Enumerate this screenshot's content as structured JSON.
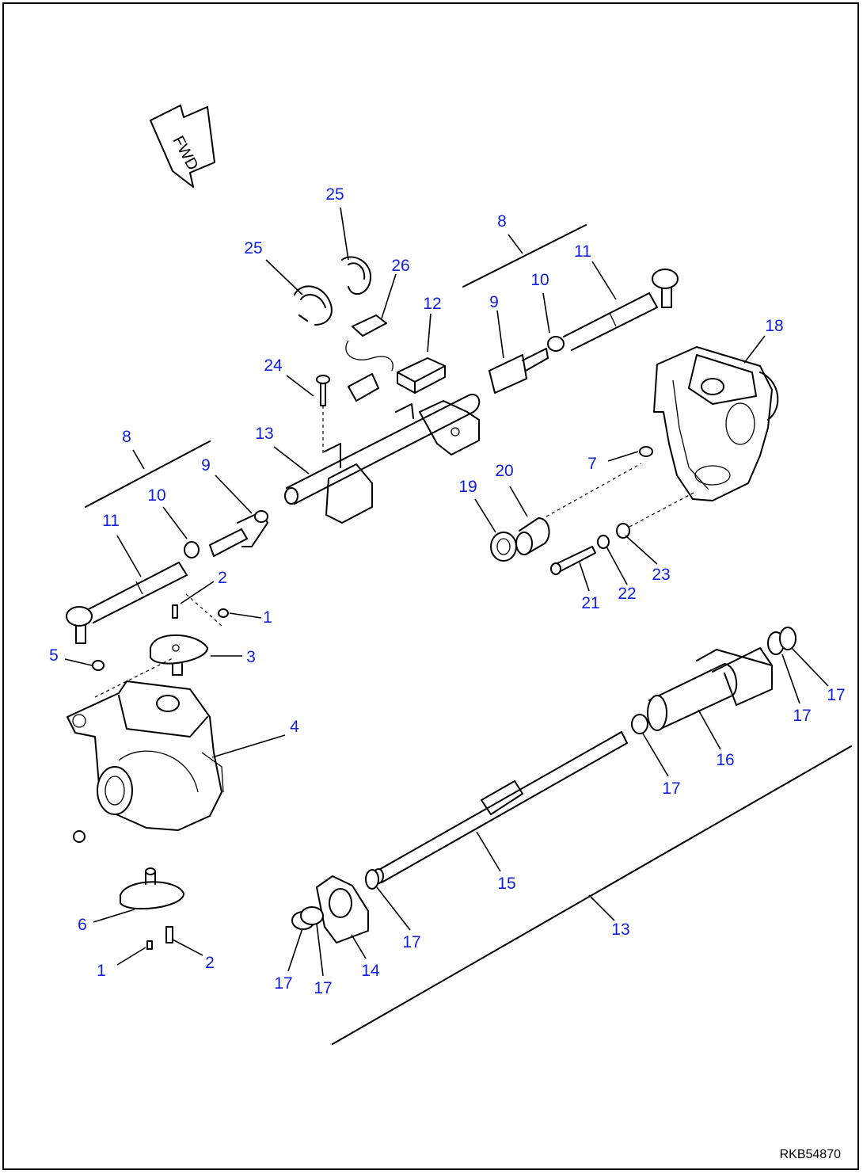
{
  "diagram": {
    "direction_label": "FWD",
    "drawing_code": "RKB54870",
    "callouts": [
      {
        "text": "25"
      },
      {
        "text": "25"
      },
      {
        "text": "26"
      },
      {
        "text": "8"
      },
      {
        "text": "11"
      },
      {
        "text": "10"
      },
      {
        "text": "9"
      },
      {
        "text": "12"
      },
      {
        "text": "18"
      },
      {
        "text": "24"
      },
      {
        "text": "13"
      },
      {
        "text": "8"
      },
      {
        "text": "9"
      },
      {
        "text": "10"
      },
      {
        "text": "11"
      },
      {
        "text": "7"
      },
      {
        "text": "20"
      },
      {
        "text": "19"
      },
      {
        "text": "23"
      },
      {
        "text": "22"
      },
      {
        "text": "21"
      },
      {
        "text": "2"
      },
      {
        "text": "1"
      },
      {
        "text": "5"
      },
      {
        "text": "3"
      },
      {
        "text": "4"
      },
      {
        "text": "17"
      },
      {
        "text": "17"
      },
      {
        "text": "16"
      },
      {
        "text": "17"
      },
      {
        "text": "15"
      },
      {
        "text": "13"
      },
      {
        "text": "17"
      },
      {
        "text": "6"
      },
      {
        "text": "2"
      },
      {
        "text": "1"
      },
      {
        "text": "14"
      },
      {
        "text": "17"
      },
      {
        "text": "17"
      }
    ]
  }
}
